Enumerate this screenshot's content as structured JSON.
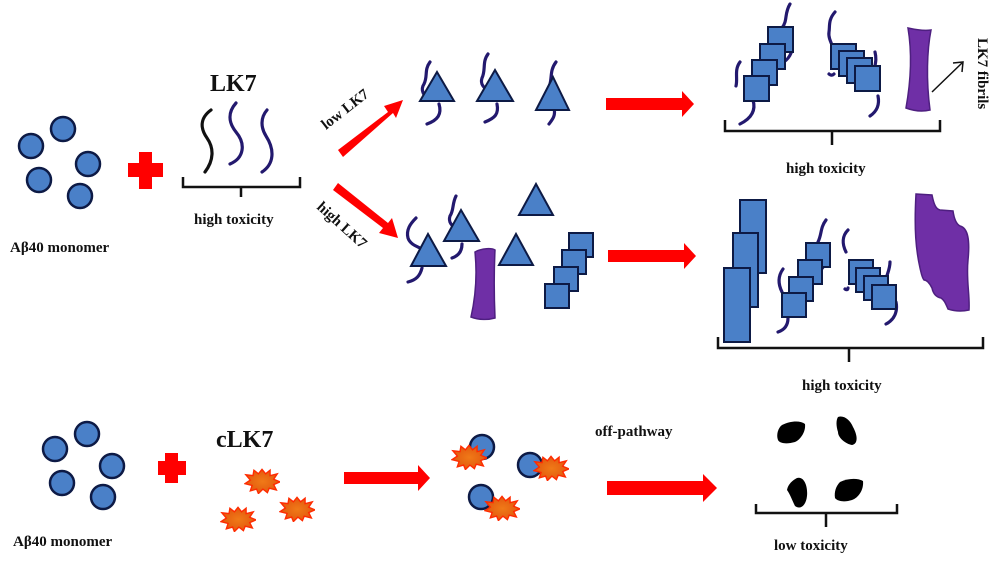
{
  "figure": {
    "top": {
      "monomer_label": "Aβ40 monomer",
      "additive_label": "LK7",
      "additive_toxicity": "high toxicity",
      "branch_low_label": "low LK7",
      "branch_high_label": "high LK7",
      "low_product_toxicity": "high toxicity",
      "high_product_toxicity": "high toxicity",
      "fibril_annotation": "LK7 fibrils"
    },
    "bottom": {
      "monomer_label": "Aβ40 monomer",
      "additive_label": "cLK7",
      "pathway_label": "off-pathway",
      "product_toxicity": "low toxicity"
    },
    "colors": {
      "monomer_fill": "#4a80c8",
      "outline": "#0d1a45",
      "peptide_chain": "#23196e",
      "fibril": "#6f2fa6",
      "arrow": "#ff0000",
      "clk7": "#ea6a12",
      "aggregate": "#000000"
    }
  }
}
